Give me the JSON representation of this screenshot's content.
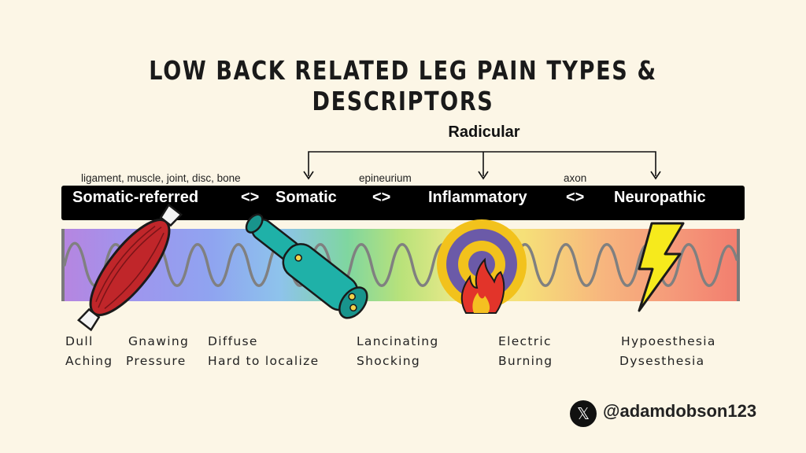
{
  "title": "LOW BACK RELATED LEG PAIN TYPES & DESCRIPTORS",
  "radicular_label": "Radicular",
  "sublabels": {
    "somatic_referred": "ligament, muscle, joint, disc, bone",
    "somatic": "epineurium",
    "neuropathic": "axon"
  },
  "categories": {
    "somatic_referred": "Somatic-referred",
    "somatic": "Somatic",
    "inflammatory": "Inflammatory",
    "neuropathic": "Neuropathic",
    "separator": "<>"
  },
  "icons": {
    "somatic_referred": "muscle-icon",
    "somatic": "nerve-bundle-icon",
    "inflammatory": "flame-target-icon",
    "neuropathic": "lightning-bolt-icon"
  },
  "descriptors": {
    "col1": [
      "Dull",
      "Aching"
    ],
    "col2": [
      "Gnawing",
      "Pressure"
    ],
    "col3": [
      "Diffuse",
      "Hard to localize"
    ],
    "col4": [
      "Lancinating",
      "Shocking"
    ],
    "col5": [
      "Electric",
      "Burning"
    ],
    "col6": [
      "Hypoesthesia",
      "Dysesthesia"
    ]
  },
  "social": {
    "icon": "x-logo-icon",
    "glyph": "𝕏",
    "handle": "@adamdobson123"
  },
  "colors": {
    "background": "#fcf6e6",
    "bar": "#000000",
    "wave": "#808080"
  }
}
